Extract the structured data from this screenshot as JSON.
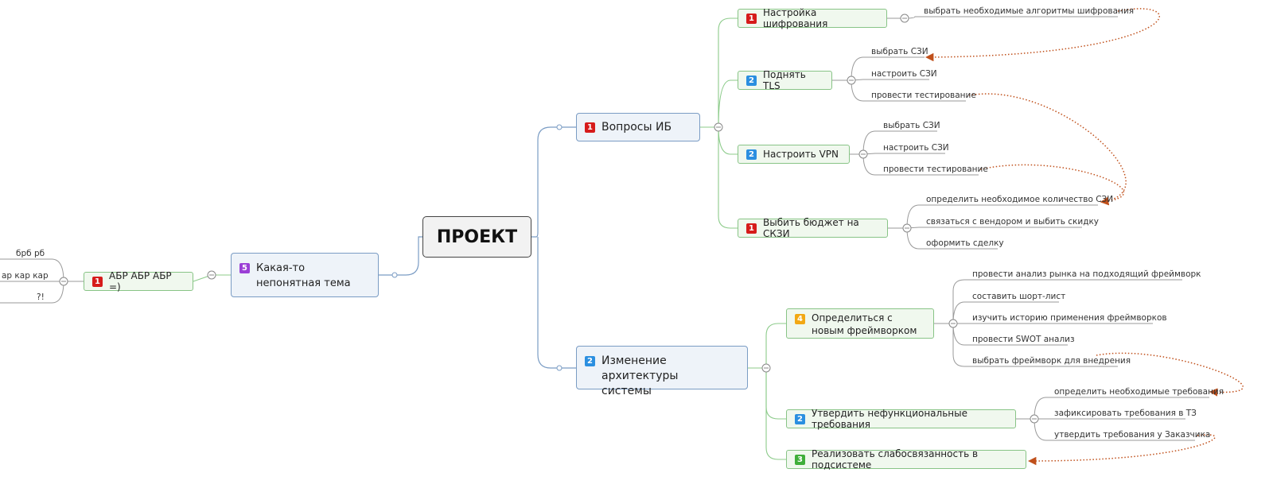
{
  "root": {
    "label": "ПРОЕКТ"
  },
  "colors": {
    "blue_line": "#7a9cc4",
    "green_line": "#8ccb8a",
    "leaf_line": "#9a9a9a",
    "arrow": "#c0501b"
  },
  "branch_ib": {
    "label": "Вопросы ИБ",
    "priority": "1",
    "topics": [
      {
        "label": "Настройка шифрования",
        "priority": "1",
        "items": [
          "выбрать необходимые алгоритмы шифрования"
        ]
      },
      {
        "label": "Поднять TLS",
        "priority": "2",
        "items": [
          "выбрать СЗИ",
          "настроить СЗИ",
          "провести тестирование"
        ]
      },
      {
        "label": "Настроить VPN",
        "priority": "2",
        "items": [
          "выбрать СЗИ",
          "настроить СЗИ",
          "провести тестирование"
        ]
      },
      {
        "label": "Выбить бюджет на СКЗИ",
        "priority": "1",
        "items": [
          "определить необходимое количество СЗИ",
          "связаться с вендором и выбить скидку",
          "оформить сделку"
        ]
      }
    ]
  },
  "branch_arch": {
    "label": "Изменение архитектуры системы",
    "priority": "2",
    "topics": [
      {
        "label": "Определиться с новым фреймворком",
        "priority": "4",
        "items": [
          "провести анализ рынка на подходящий фреймворк",
          "составить шорт-лист",
          "изучить историю применения фреймворков",
          "провести SWOT анализ",
          "выбрать фреймворк для внедрения"
        ]
      },
      {
        "label": "Утвердить нефункциональные требования",
        "priority": "2",
        "items": [
          "определить необходимые требования",
          "зафиксировать требования в ТЗ",
          "утвердить требования у Заказчика"
        ]
      },
      {
        "label": "Реализовать слабосвязанность в подсистеме",
        "priority": "3",
        "items": []
      }
    ]
  },
  "branch_left": {
    "label": "Какая-то непонятная тема",
    "priority": "5",
    "topic": {
      "label": "АБР АБР АБР =)",
      "priority": "1",
      "items": [
        "брб рб",
        "ар кар кар",
        "?!"
      ]
    }
  }
}
